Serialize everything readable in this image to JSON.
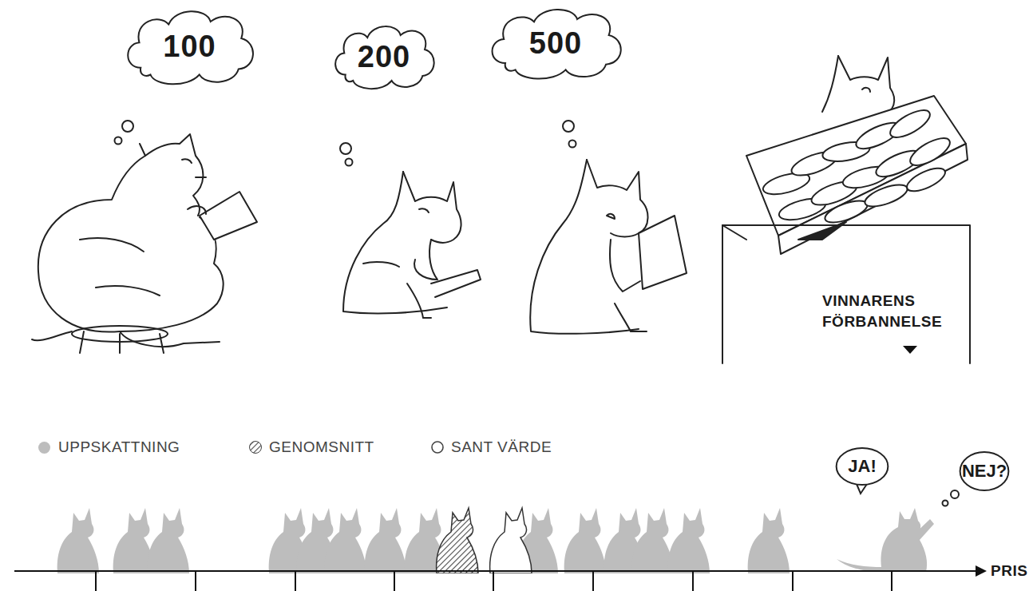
{
  "diagram": {
    "nodes": [
      {
        "text": [
          "100"
        ]
      },
      {
        "text": [
          "200"
        ]
      },
      {
        "text": [
          "500"
        ]
      },
      {
        "text": [
          "JA!"
        ]
      },
      {
        "text": [
          "NEJ?"
        ]
      }
    ],
    "labels": [
      "VINNARENS FÖRBANNELSE",
      "PRIS"
    ],
    "legend": [
      {
        "text": "UPPSKATTNING",
        "color": "#bdbdbd"
      },
      {
        "text": "GENOMSNITT"
      },
      {
        "text": "SANT VÄRDE"
      }
    ]
  }
}
